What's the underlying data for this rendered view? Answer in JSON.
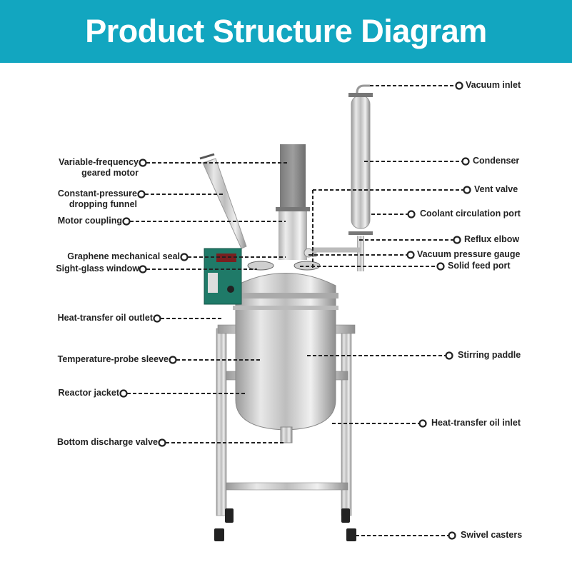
{
  "title": "Product Structure Diagram",
  "colors": {
    "header": "#12a6c0",
    "text": "#222222",
    "controller": "#1f7a68"
  },
  "labels_left": [
    {
      "line1": "Variable-frequency",
      "line2": "geared motor"
    },
    {
      "line1": "Constant-pressure",
      "line2": "dropping funnel"
    },
    {
      "line1": "Motor coupling"
    },
    {
      "line1": "Graphene mechanical seal"
    },
    {
      "line1": "Sight-glass window"
    },
    {
      "line1": "Heat-transfer oil outlet"
    },
    {
      "line1": "Temperature-probe sleeve"
    },
    {
      "line1": "Reactor jacket"
    },
    {
      "line1": "Bottom discharge valve"
    }
  ],
  "labels_right": [
    "Vacuum inlet",
    "Condenser",
    "Vent valve",
    "Coolant circulation port",
    "Reflux elbow",
    "Vacuum pressure gauge",
    "Solid feed port",
    "Stirring paddle",
    "Heat-transfer oil inlet",
    "Swivel casters"
  ]
}
